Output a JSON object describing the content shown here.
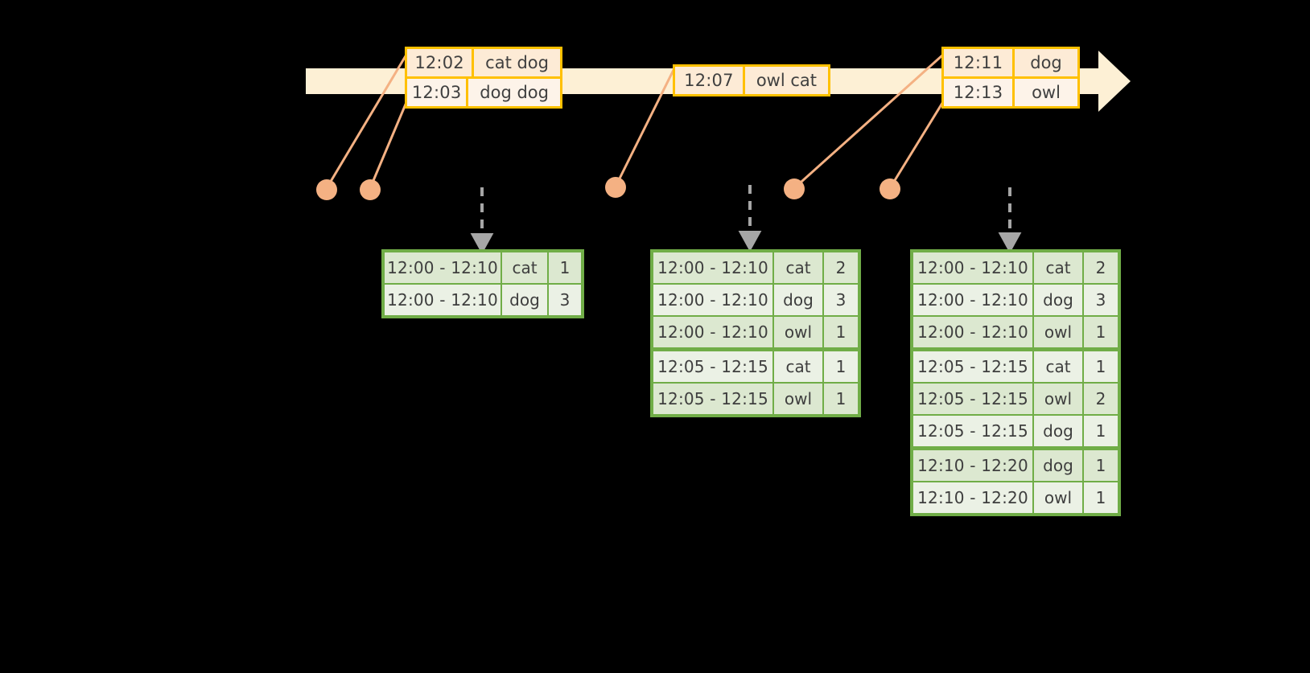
{
  "diagram": {
    "timeline": {
      "label": "event-stream-timeline",
      "bar_color": "#FDF0D5",
      "arrow_color": "#FDF0D5"
    },
    "events": [
      {
        "id": "event-group-1",
        "rows": [
          {
            "time": "12:02",
            "words": "cat dog"
          },
          {
            "time": "12:03",
            "words": "dog dog"
          }
        ]
      },
      {
        "id": "event-group-2",
        "rows": [
          {
            "time": "12:07",
            "words": "owl cat"
          }
        ]
      },
      {
        "id": "event-group-3",
        "rows": [
          {
            "time": "12:11",
            "words": "dog"
          },
          {
            "time": "12:13",
            "words": "owl"
          }
        ]
      }
    ],
    "dots": [
      {
        "name": "event-dot-1"
      },
      {
        "name": "event-dot-2"
      },
      {
        "name": "event-dot-3"
      },
      {
        "name": "event-dot-4"
      },
      {
        "name": "event-dot-5"
      }
    ],
    "result_tables": [
      {
        "id": "result-table-1",
        "rows": [
          {
            "window": "12:00 - 12:10",
            "word": "cat",
            "count": "1"
          },
          {
            "window": "12:00 - 12:10",
            "word": "dog",
            "count": "3"
          }
        ]
      },
      {
        "id": "result-table-2",
        "rows": [
          {
            "window": "12:00 - 12:10",
            "word": "cat",
            "count": "2"
          },
          {
            "window": "12:00 - 12:10",
            "word": "dog",
            "count": "3"
          },
          {
            "window": "12:00 - 12:10",
            "word": "owl",
            "count": "1"
          },
          {
            "window": "12:05 - 12:15",
            "word": "cat",
            "count": "1"
          },
          {
            "window": "12:05 - 12:15",
            "word": "owl",
            "count": "1"
          }
        ]
      },
      {
        "id": "result-table-3",
        "rows": [
          {
            "window": "12:00 - 12:10",
            "word": "cat",
            "count": "2"
          },
          {
            "window": "12:00 - 12:10",
            "word": "dog",
            "count": "3"
          },
          {
            "window": "12:00 - 12:10",
            "word": "owl",
            "count": "1"
          },
          {
            "window": "12:05 - 12:15",
            "word": "cat",
            "count": "1"
          },
          {
            "window": "12:05 - 12:15",
            "word": "owl",
            "count": "2"
          },
          {
            "window": "12:05 - 12:15",
            "word": "dog",
            "count": "1"
          },
          {
            "window": "12:10 - 12:20",
            "word": "dog",
            "count": "1"
          },
          {
            "window": "12:10 - 12:20",
            "word": "owl",
            "count": "1"
          }
        ]
      }
    ],
    "colors": {
      "background": "#000000",
      "timeline_bar": "#FDF0D5",
      "event_border": "#FFC000",
      "event_fill": "#FDEBD6",
      "event_fill_alt": "#FDF3E9",
      "connector": "#F4B183",
      "dot": "#F4B183",
      "table_border": "#70AD47",
      "table_fill_shade": "#DCE8D0",
      "table_fill_plain": "#EBF1E5",
      "text": "#404040",
      "down_arrow": "#A6A6A6"
    }
  }
}
